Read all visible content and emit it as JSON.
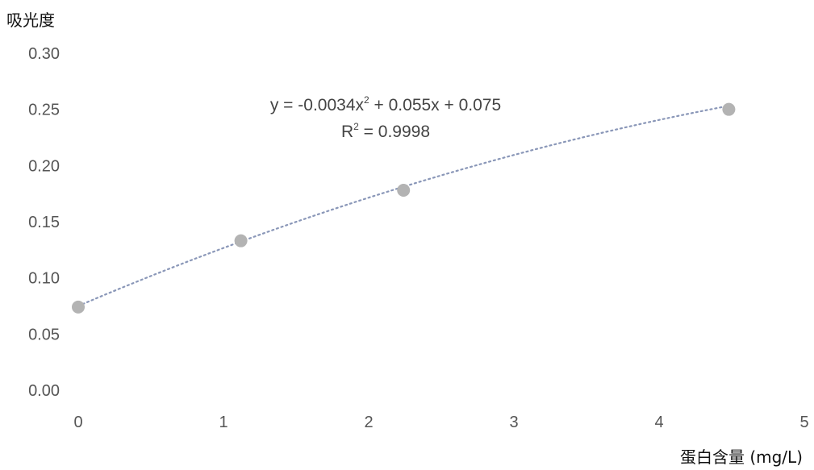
{
  "chart_data": {
    "type": "scatter",
    "ylabel": "吸光度",
    "xlabel": "蛋白含量 (mg/L)",
    "xlim": [
      0,
      5
    ],
    "ylim": [
      0,
      0.3
    ],
    "x_ticks": [
      "0",
      "1",
      "2",
      "3",
      "4",
      "5"
    ],
    "y_ticks": [
      "0.00",
      "0.05",
      "0.10",
      "0.15",
      "0.20",
      "0.25",
      "0.30"
    ],
    "grid": false,
    "points": [
      {
        "x": 0.0,
        "y": 0.074
      },
      {
        "x": 1.12,
        "y": 0.133
      },
      {
        "x": 2.24,
        "y": 0.178
      },
      {
        "x": 4.48,
        "y": 0.25
      }
    ],
    "trendline": {
      "type": "polynomial",
      "order": 2,
      "coefficients": [
        -0.0034,
        0.055,
        0.075
      ],
      "style": "dotted",
      "equation_parts": [
        "y = -0.0034x",
        "2",
        " + 0.055x + 0.075"
      ],
      "r2_parts": [
        "R",
        "2",
        " = 0.9998"
      ]
    },
    "colors": {
      "marker": "#b3b3b3",
      "trendline": "#8a97b8",
      "text": "#555555"
    }
  }
}
